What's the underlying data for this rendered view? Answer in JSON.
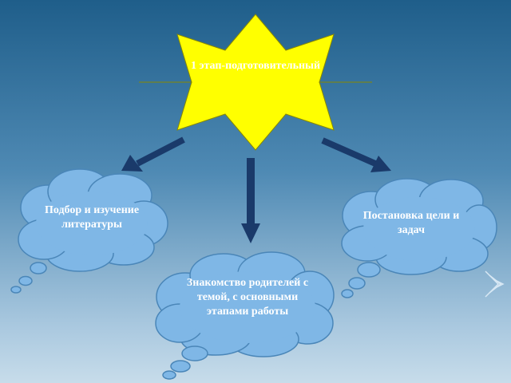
{
  "colors": {
    "star_fill": "#ffff00",
    "star_stroke": "#8a8a00",
    "cloud_fill": "#7fb7e6",
    "cloud_stroke": "#4a86b8",
    "arrow": "#1a3a6a",
    "text": "#ffffff"
  },
  "star": {
    "label": "1 этап-подготовительный"
  },
  "clouds": {
    "left": {
      "label": "Подбор и изучение литературы"
    },
    "right": {
      "label": "Постановка цели и задач"
    },
    "bottom": {
      "label": "Знакомство родителей с темой, с основными этапами работы"
    }
  },
  "arrows": [
    {
      "name": "arrow-left",
      "to": "left"
    },
    {
      "name": "arrow-down",
      "to": "bottom"
    },
    {
      "name": "arrow-right",
      "to": "right"
    }
  ]
}
